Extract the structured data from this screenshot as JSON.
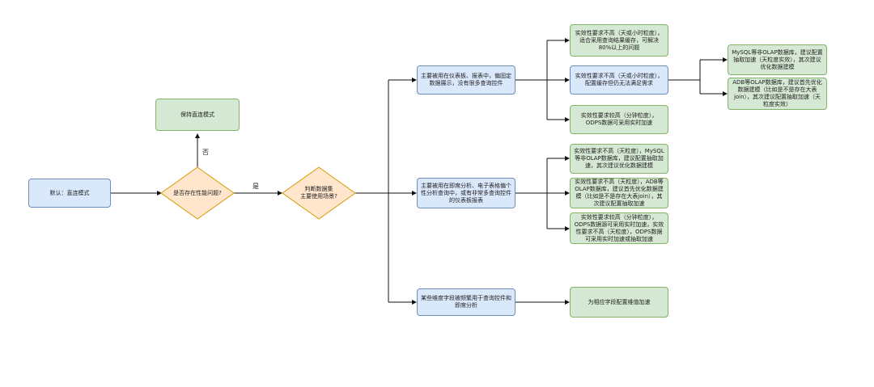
{
  "nodes": {
    "start": "默认：直连模式",
    "decision_perf": "是否存在性能问题?",
    "keep_direct": "保持直连模式",
    "decision_scene": "判断数据集\n主要使用场景?",
    "scene_dashboard": "主要被用在仪表板、报表中，偏固定数据展示，没有很多查询控件",
    "scene_adhoc": "主要被用在即席分析、电子表格偏个性分析查询中，或有非常多查询控件的仪表板报表",
    "scene_dimension": "某些维度字段被频繁用于查询控件和即席分析",
    "d1": "实效性要求不高（天或小时粒度），适合采用查询结果缓存，可解决80%以上的问题",
    "d2": "实效性要求不高（天或小时粒度），配置缓存但仍无法满足需求",
    "d3": "实效性要求较高（分钟粒度），ODPS数据可采用实时加速",
    "d2a": "MySQL等非OLAP数据库，建议配置抽取加速（天粒度实效），其次建议优化数据建模",
    "d2b": "ADB等OLAP数据库，建议首先优化数据建模（比如是不是存在大表join），其次建议配置抽取加速（天粒度实效）",
    "a1": "实效性要求不高（天粒度），MySQL等非OLAP数据库，建议配置抽取加速，其次建议优化数据建模",
    "a2": "实效性要求不高（天粒度），ADB等OLAP数据库，建议首先优化数据建模（比如是不是存在大表join），其次建议配置抽取加速",
    "a3": "实效性要求较高（分钟粒度），ODPS数据源可采用实时加速，实效性要求不高（天粒度），ODPS数据可采用实时加速或抽取加速",
    "dim_result": "为相应字段配置维值加速"
  },
  "edge_labels": {
    "no": "否",
    "yes": "是"
  },
  "colors": {
    "blue_fill": "#dae8fc",
    "blue_stroke": "#6c8ebf",
    "green_fill": "#d5e8d4",
    "green_stroke": "#82b366",
    "diamond_fill": "#ffe6cc",
    "diamond_stroke": "#d79b00"
  }
}
